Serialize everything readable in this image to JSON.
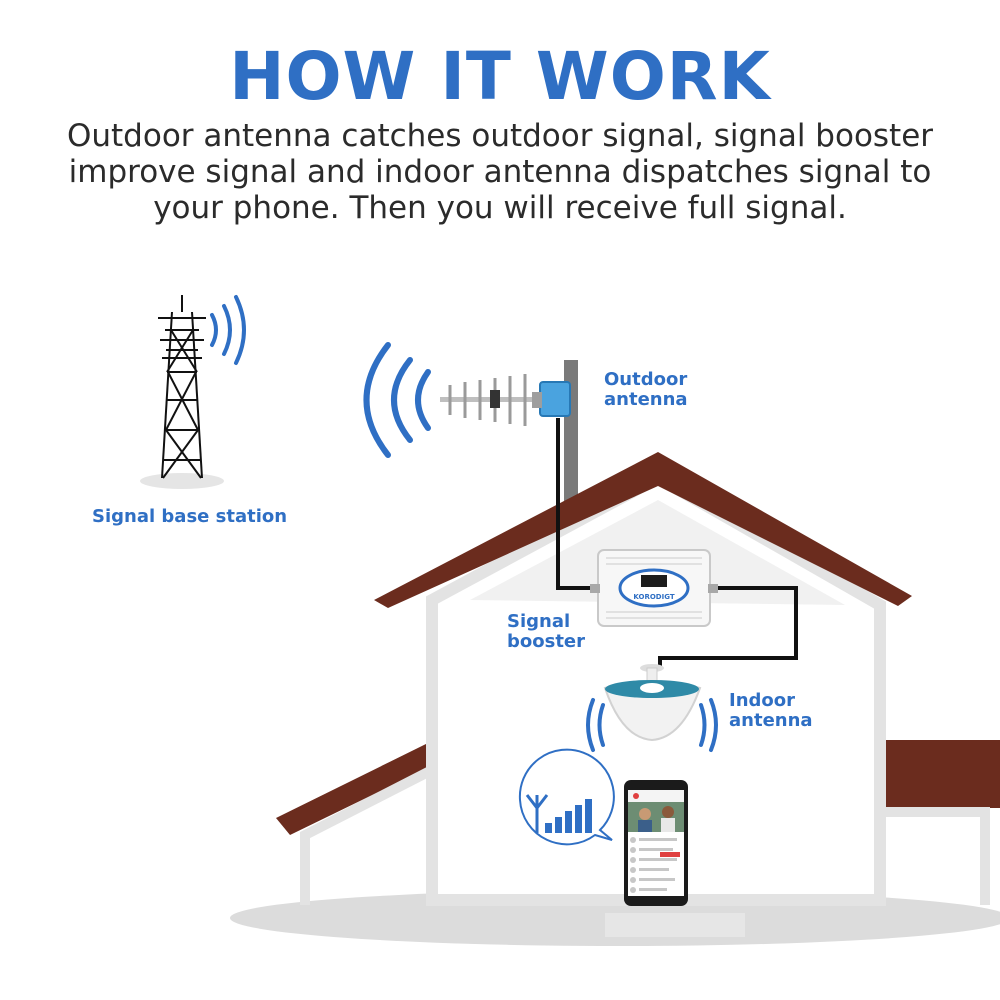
{
  "title": "HOW IT WORK",
  "subtitle": "Outdoor antenna catches outdoor signal, signal booster improve signal and indoor antenna dispatches signal to your phone. Then you will receive full signal.",
  "labels": {
    "base_station": "Signal base station",
    "outdoor_antenna": [
      "Outdoor",
      "antenna"
    ],
    "signal_booster": [
      "Signal",
      "booster"
    ],
    "indoor_antenna": [
      "Indoor",
      "antenna"
    ]
  },
  "booster_brand": "KORODIGT",
  "colors": {
    "accent": "#2f6fc4",
    "roof": "#6b2c1e",
    "wall_outline": "#e3e3e3",
    "cable": "#111111",
    "ground_shadow": "#dcdcdc"
  }
}
